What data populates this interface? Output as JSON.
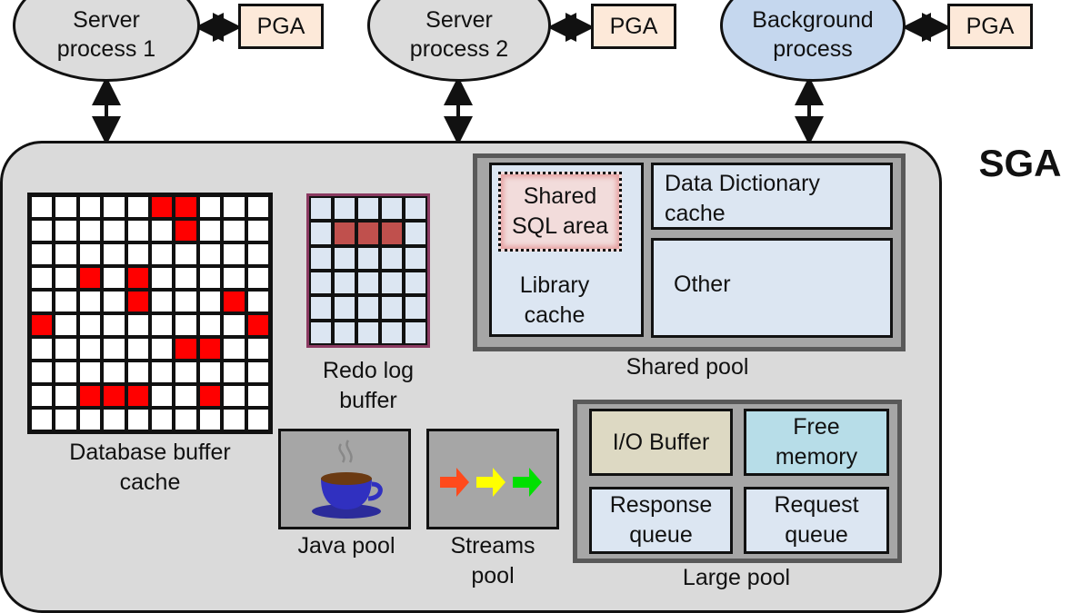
{
  "processes": {
    "server1": {
      "label_line1": "Server",
      "label_line2": "process 1"
    },
    "server2": {
      "label_line1": "Server",
      "label_line2": "process 2"
    },
    "background": {
      "label_line1": "Background",
      "label_line2": "process"
    },
    "pga_label": "PGA"
  },
  "sga": {
    "title": "SGA",
    "buffer_cache": {
      "label_line1": "Database buffer",
      "label_line2": "cache"
    },
    "redo_log": {
      "label_line1": "Redo log",
      "label_line2": "buffer"
    },
    "shared_pool": {
      "label": "Shared pool",
      "shared_sql": {
        "line1": "Shared",
        "line2": "SQL area"
      },
      "library_cache": {
        "line1": "Library",
        "line2": "cache"
      },
      "data_dictionary": {
        "line1": "Data Dictionary",
        "line2": "cache"
      },
      "other": "Other"
    },
    "java_pool": {
      "label": "Java pool",
      "icon": "coffee-cup-icon"
    },
    "streams_pool": {
      "label_line1": "Streams",
      "label_line2": "pool",
      "icon": "arrows-icon",
      "arrow_colors": [
        "#ff4a1c",
        "#ffff00",
        "#00e000"
      ]
    },
    "large_pool": {
      "io_buffer": "I/O Buffer",
      "free_memory": {
        "line1": "Free",
        "line2": "memory"
      },
      "response_queue": {
        "line1": "Response",
        "line2": "queue"
      },
      "request_queue": {
        "line1": "Request",
        "line2": "queue"
      },
      "label": "Large pool"
    }
  },
  "colors": {
    "server_fill": "#dcdcdc",
    "background_fill": "#c5d7ee",
    "pga_fill": "#fde9d9",
    "sga_fill": "#dadada",
    "pool_border": "#595959",
    "pool_fill": "#a6a6a6",
    "panel_fill": "#dce6f2",
    "shared_sql_fill": "#f2dcdb",
    "buffer_marked": "#ff0000",
    "redo_marked": "#c0504d",
    "redo_border": "#8b3a62",
    "io_buffer_fill": "#ddd9c3",
    "free_memory_fill": "#b7dde8"
  }
}
